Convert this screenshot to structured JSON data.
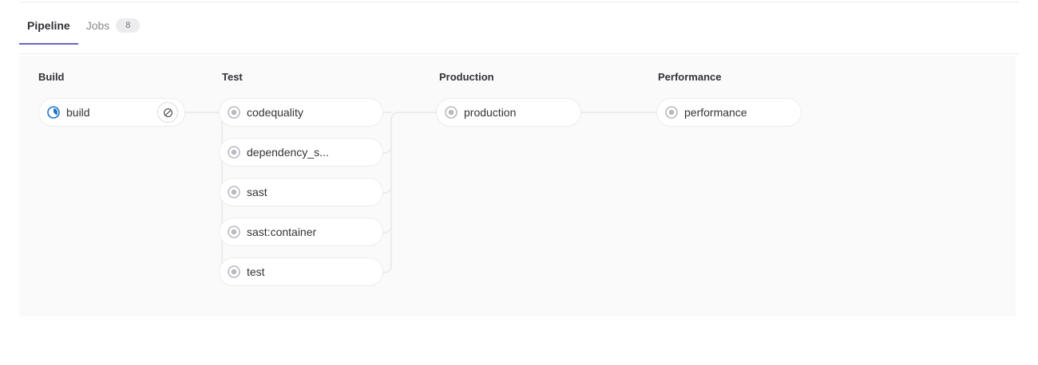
{
  "tabs": [
    {
      "label": "Pipeline",
      "active": true,
      "badge": null
    },
    {
      "label": "Jobs",
      "active": false,
      "badge": "8"
    }
  ],
  "colors": {
    "accent": "#6666c4",
    "running": "#1f75cb",
    "created": "#b9b9c0",
    "border": "#ececef",
    "graph_bg": "#fafafa",
    "text": "#333238",
    "muted": "#89888d"
  },
  "pipeline": {
    "stages": [
      {
        "name": "Build",
        "jobs": [
          {
            "name": "build",
            "status": "running",
            "status_icon": "status-running-icon",
            "action": "cancel",
            "action_icon": "cancel-icon"
          }
        ]
      },
      {
        "name": "Test",
        "jobs": [
          {
            "name": "codequality",
            "status": "created",
            "status_icon": "status-created-icon",
            "action": null,
            "action_icon": null
          },
          {
            "name": "dependency_s...",
            "status": "created",
            "status_icon": "status-created-icon",
            "action": null,
            "action_icon": null
          },
          {
            "name": "sast",
            "status": "created",
            "status_icon": "status-created-icon",
            "action": null,
            "action_icon": null
          },
          {
            "name": "sast:container",
            "status": "created",
            "status_icon": "status-created-icon",
            "action": null,
            "action_icon": null
          },
          {
            "name": "test",
            "status": "created",
            "status_icon": "status-created-icon",
            "action": null,
            "action_icon": null
          }
        ]
      },
      {
        "name": "Production",
        "jobs": [
          {
            "name": "production",
            "status": "created",
            "status_icon": "status-created-icon",
            "action": null,
            "action_icon": null
          }
        ]
      },
      {
        "name": "Performance",
        "jobs": [
          {
            "name": "performance",
            "status": "created",
            "status_icon": "status-created-icon",
            "action": null,
            "action_icon": null
          }
        ]
      }
    ]
  }
}
